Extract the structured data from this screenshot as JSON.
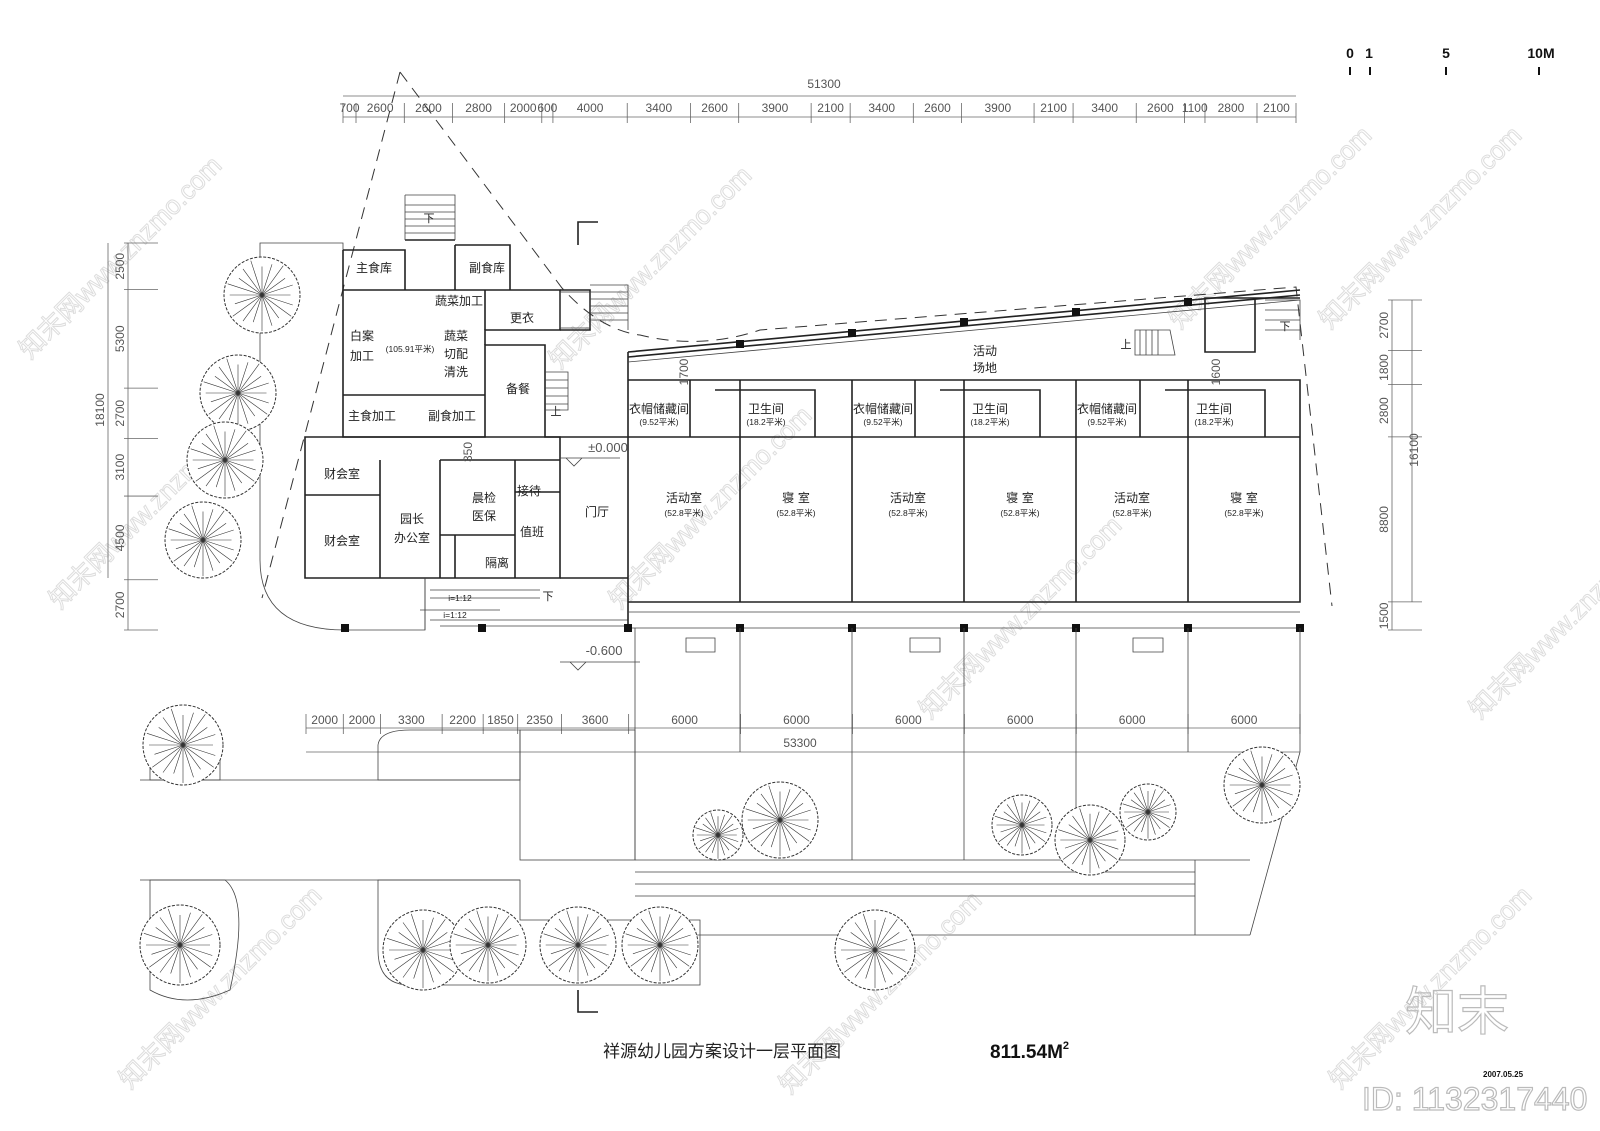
{
  "drawing": {
    "title": "祥源幼儿园方案设计一层平面图",
    "area": "811.54M",
    "area_superscript": "2",
    "date": "2007.05.25",
    "brand": "知末",
    "id_text": "ID: 1132317440",
    "watermark_text": "知末网www.znzmo.com"
  },
  "scale_bar": {
    "labels": [
      "0",
      "1",
      "5",
      "10M"
    ]
  },
  "dimensions": {
    "top_total": "51300",
    "top_segments": [
      700,
      2600,
      2600,
      2800,
      2000,
      600,
      4000,
      3400,
      2600,
      3900,
      2100,
      3400,
      2600,
      3900,
      2100,
      3400,
      2600,
      1100,
      2800,
      2100
    ],
    "bottom_total": "53300",
    "bottom_segments": [
      2000,
      2000,
      3300,
      2200,
      1850,
      2350,
      3600,
      6000,
      6000,
      6000,
      6000,
      6000,
      6000
    ],
    "left_total": "18100",
    "left_segments": [
      2500,
      5300,
      2700,
      3100,
      4500,
      2700
    ],
    "right_total": "16100",
    "right_segments": [
      2700,
      1800,
      2800,
      8800,
      1500
    ],
    "misc": {
      "d1700": "1700",
      "d1600": "1600",
      "d350": "350"
    }
  },
  "levels": {
    "ground": "±0.000",
    "lower": "-0.600"
  },
  "slope": "i=1:12",
  "marks": {
    "up": "上",
    "down": "下"
  },
  "rooms": {
    "main_store": "主食库",
    "side_store": "副食库",
    "veg_process": "蔬菜加工",
    "change": "更衣",
    "pastry_1": "白案",
    "pastry_2": "加工",
    "kitchen_area": "(105.91平米)",
    "veg_1": "蔬菜",
    "veg_2": "切配",
    "veg_3": "清洗",
    "serving": "备餐",
    "main_cook": "主食加工",
    "side_cook": "副食加工",
    "finance": "财会室",
    "director_1": "园长",
    "director_2": "办公室",
    "check_1": "晨检",
    "check_2": "医保",
    "reception": "接待",
    "duty": "值班",
    "isolation": "隔离",
    "lobby": "门厅",
    "yard_1": "活动",
    "yard_2": "场地",
    "wardrobe": "衣帽储藏间",
    "wardrobe_area": "(9.52平米)",
    "toilet": "卫生间",
    "toilet_area": "(18.2平米)",
    "activity": "活动室",
    "bedroom": "寝 室",
    "class_area": "(52.8平米)"
  }
}
